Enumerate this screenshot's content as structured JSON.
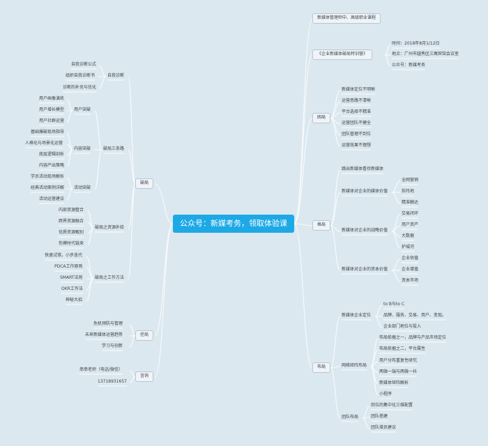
{
  "root": "公众号：新媒考务，领取体验课",
  "right": {
    "course": "新媒体管理师中、高级职业课程",
    "training": {
      "label": "《企业新媒体破局特训营》",
      "items": [
        "时间：2018年8月1/12日",
        "地点：广州市越秀区三寓宾馆会议室",
        "公众号：新媒考务"
      ]
    },
    "dilemma": {
      "label": "困局",
      "items": [
        "新媒体定位不明晰",
        "运营思路不清晰",
        "平台选择不精准",
        "运营团队不健全",
        "团队管理不到位",
        "运营效果不理想"
      ]
    },
    "situation": {
      "label": "格局",
      "items": [
        "跳出新媒体看待新媒体",
        "新媒体对企业的媒体价值",
        "全网营销",
        "拆阵地",
        "精准触达",
        "新媒体对企业的战略价值",
        "交易闭环",
        "用户资产",
        "大数据",
        "护城河",
        "新媒体对企业的资本价值",
        "企业估值",
        "企业增值",
        "资本市场"
      ]
    },
    "layout": {
      "label": "布局",
      "items": [
        "新媒体企业定位",
        "to B与to C",
        "品牌、服务、交易、用户、变现。",
        "企业部门地位与投入",
        "网络矩阵布局",
        "布局依据之一，品牌与产品市场定位",
        "布局依据之二，平台属性",
        "用户分布重复性研究",
        "两微一端与两微一抖",
        "新媒体矩阵解析",
        "小程序",
        "团队布局",
        "岗位的集中化三维配置",
        "团队搭建",
        "团队增员建议"
      ]
    }
  },
  "left": {
    "breaking": {
      "label": "破局",
      "self_diag": {
        "label": "自我诊断",
        "items": [
          "自我诊断公式",
          "组织自我诊断书",
          "诊断的补充与优化"
        ]
      },
      "three_plays": {
        "label": "破局三条路",
        "user": {
          "label": "用户突破",
          "items": [
            "用户画像演练",
            "用户增长模型",
            "用户社群运营"
          ]
        },
        "content": {
          "label": "内容突破",
          "items": [
            "基础爆破现场指导",
            "人格化与场景化运营",
            "底层逻辑剖析",
            "内容产出策略"
          ]
        },
        "activity": {
          "label": "活动突破",
          "items": [
            "学员活动现场解析",
            "经典活动案例详解",
            "活动运营建议"
          ]
        }
      },
      "resources": {
        "label": "破局之资源补给",
        "items": [
          "内部资源整合",
          "跨界资源融合",
          "优质资源甄别",
          "伤搏时代链来"
        ]
      },
      "methods": {
        "label": "破局之工作方法",
        "items": [
          "快速试错，小步迭代",
          "PDCA工作原则",
          "SMART法则",
          "OKR工作法",
          "神秘大招"
        ]
      }
    },
    "control": {
      "label": "控局",
      "items": [
        "危机预防与管理",
        "未来新媒体运营趋势",
        "学习与创新"
      ]
    },
    "consult": {
      "label": "咨询",
      "items": [
        "串串老师（电话/微信）",
        "13718931657"
      ]
    }
  }
}
